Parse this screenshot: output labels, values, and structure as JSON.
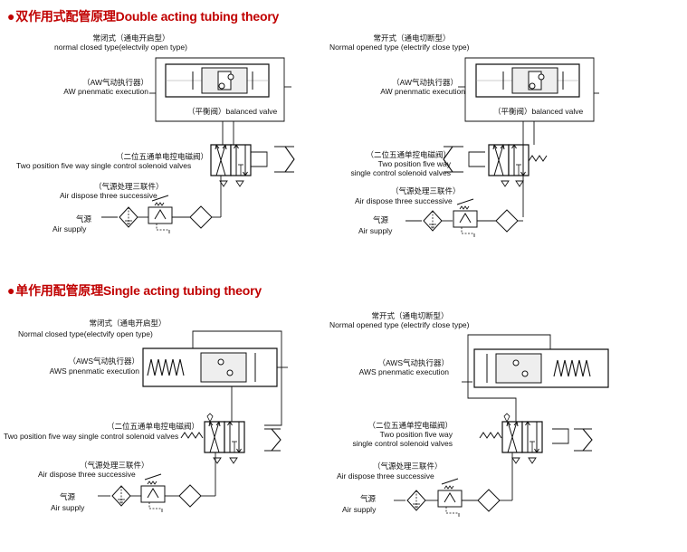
{
  "section_double": {
    "bullet": "●",
    "title": "双作用式配管原理Double acting tubing theory"
  },
  "section_single": {
    "bullet": "●",
    "title": "单作用配管原理Single acting tubing theory"
  },
  "double_nc": {
    "mode_cn": "常闭式（通电开启型）",
    "mode_en": "normal closed type(electvily open type)",
    "actuator_cn": "（AW气动执行器）",
    "actuator_en": "AW pnenmatic execution",
    "balanced_valve": "（平衡阀）balanced valve",
    "solenoid_cn": "（二位五通单电控电磁阀）",
    "solenoid_en": "Two position five way single control solenoid valves",
    "air_treat_cn": "（气源处理三联件）",
    "air_treat_en": "Air dispose three successive",
    "air_cn": "气源",
    "air_en": "Air supply"
  },
  "double_no": {
    "mode_cn": "常开式（通电切断型）",
    "mode_en": "Normal opened type (electrify close type)",
    "actuator_cn": "（AW气动执行器）",
    "actuator_en": "AW pnenmatic execution",
    "balanced_valve": "（平衡阀）balanced valve",
    "solenoid_cn": "（二位五通单控电磁阀）",
    "solenoid_en1": "Two position five way",
    "solenoid_en2": "single control solenoid valves",
    "air_treat_cn": "（气源处理三联件）",
    "air_treat_en": "Air dispose three successive",
    "air_cn": "气源",
    "air_en": "Air supply"
  },
  "single_nc": {
    "mode_cn": "常闭式（通电开启型）",
    "mode_en": "Normal closed type(electvify open type)",
    "actuator_cn": "（AWS气动执行器）",
    "actuator_en": "AWS pnenmatic execution",
    "solenoid_cn": "（二位五通单电控电磁阀）",
    "solenoid_en": "Two position five way single control solenoid valves",
    "air_treat_cn": "（气源处理三联件）",
    "air_treat_en": "Air dispose three successive",
    "air_cn": "气源",
    "air_en": "Air supply"
  },
  "single_no": {
    "mode_cn": "常开式（通电切断型）",
    "mode_en": "Normal opened type (electrify close type)",
    "actuator_cn": "（AWS气动执行器）",
    "actuator_en": "AWS pnenmatic execution",
    "solenoid_cn": "（二位五通单控电磁阀）",
    "solenoid_en1": "Two position five way",
    "solenoid_en2": "single control solenoid valves",
    "air_treat_cn": "（气源处理三联件）",
    "air_treat_en": "Air dispose three successive",
    "air_cn": "气源",
    "air_en": "Air supply"
  }
}
